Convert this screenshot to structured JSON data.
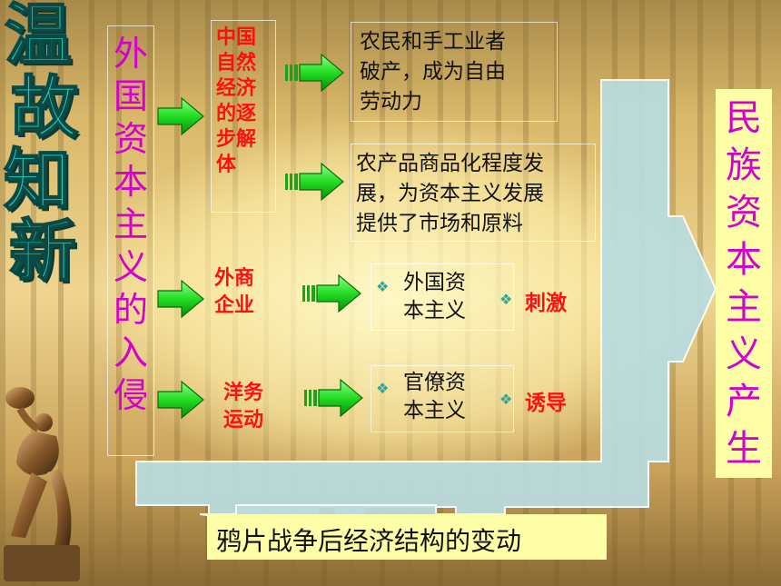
{
  "title_chars": [
    "温",
    "故",
    "知",
    "新"
  ],
  "left_column": [
    "外",
    "国",
    "资",
    "本",
    "主",
    "义",
    "的",
    "入",
    "侵"
  ],
  "categories": [
    {
      "id": "natural",
      "label_lines": [
        "中国",
        "自然",
        "经济",
        "的逐",
        "步解",
        "体"
      ]
    },
    {
      "id": "foreign_enterprise",
      "label_lines": [
        "外商",
        "企业"
      ]
    },
    {
      "id": "westernization",
      "label_lines": [
        "洋务",
        "运动"
      ]
    }
  ],
  "outcomes": {
    "natural_1": [
      "农民和手工业者",
      "破产，成为自由",
      "劳动力"
    ],
    "natural_2": [
      "农产品商品化程度发",
      "展，为资本主义发展",
      "提供了市场和原料"
    ],
    "foreign_capital": [
      "外国资",
      "本主义"
    ],
    "bureaucrat_capital": [
      "官僚资",
      "本主义"
    ]
  },
  "effects": {
    "stimulate": "刺激",
    "induce": "诱导"
  },
  "right_column": [
    "民",
    "族",
    "资",
    "本",
    "主",
    "义",
    "产",
    "生"
  ],
  "bottom_label": "鸦片战争后经济结构的变动",
  "colors": {
    "arrow_green": "#22dd22",
    "band": "#b9dde0",
    "magenta": "#d400d0",
    "red": "#ff1010",
    "teal": "#20c8b4"
  }
}
